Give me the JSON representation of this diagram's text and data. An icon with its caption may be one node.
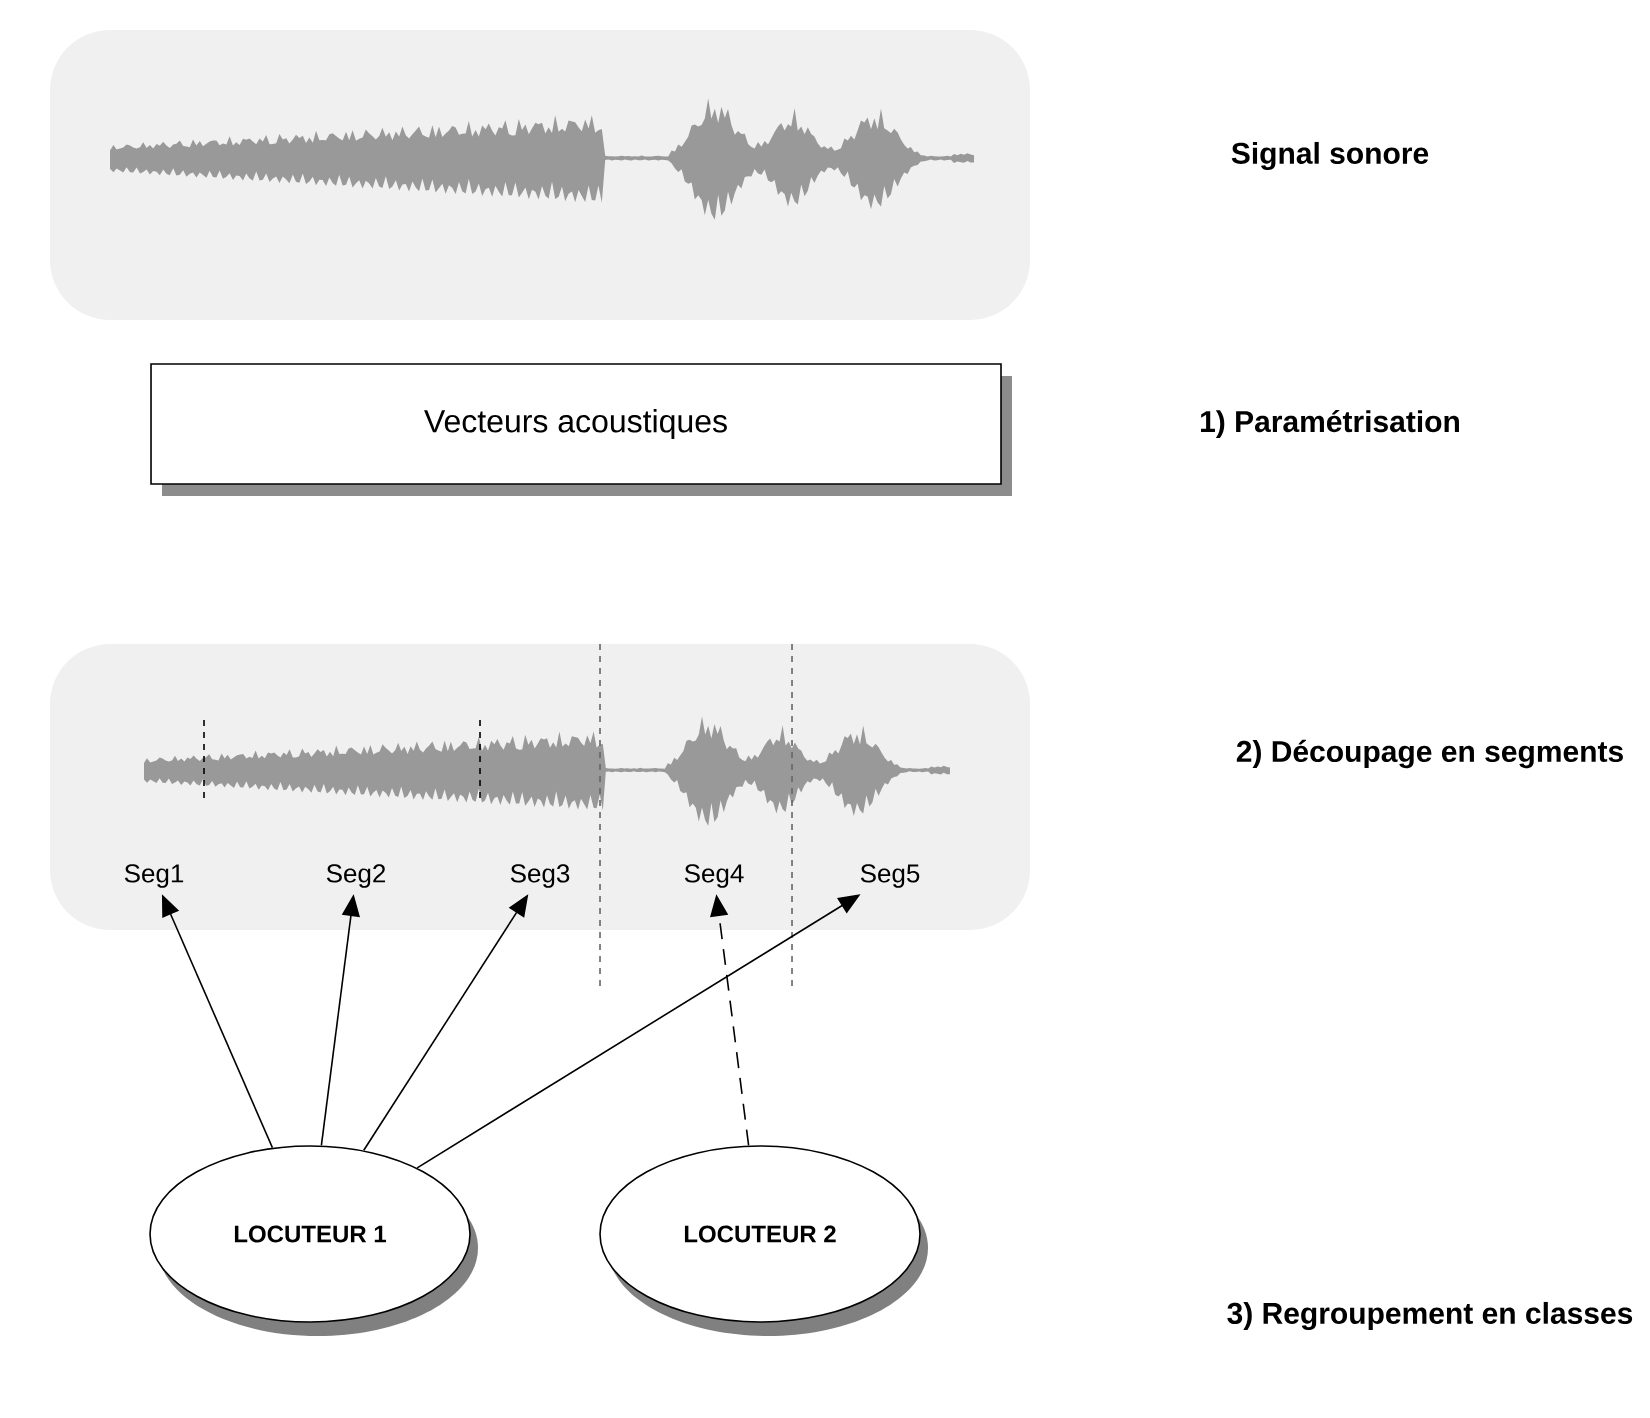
{
  "diagram": {
    "nodes": [
      {
        "text": [
          "Vecteurs acoustiques"
        ]
      },
      {
        "text": [
          "Seg1"
        ]
      },
      {
        "text": [
          "Seg2"
        ]
      },
      {
        "text": [
          "Seg3"
        ]
      },
      {
        "text": [
          "Seg4"
        ]
      },
      {
        "text": [
          "Seg5"
        ]
      },
      {
        "text": [
          "LOCUTEUR 1"
        ]
      },
      {
        "text": [
          "LOCUTEUR 2"
        ]
      }
    ],
    "edges": [
      {
        "from": 6,
        "to": 1,
        "arrow": "to"
      },
      {
        "from": 6,
        "to": 2,
        "arrow": "to"
      },
      {
        "from": 6,
        "to": 3,
        "arrow": "to"
      },
      {
        "from": 6,
        "to": 5,
        "arrow": "to"
      },
      {
        "from": 7,
        "to": 4,
        "arrow": "to",
        "style": "dashed"
      }
    ],
    "labels": [
      "Signal sonore",
      "1) Paramétrisation",
      "2) Découpage en segments",
      "3) Regroupement en classes"
    ]
  }
}
